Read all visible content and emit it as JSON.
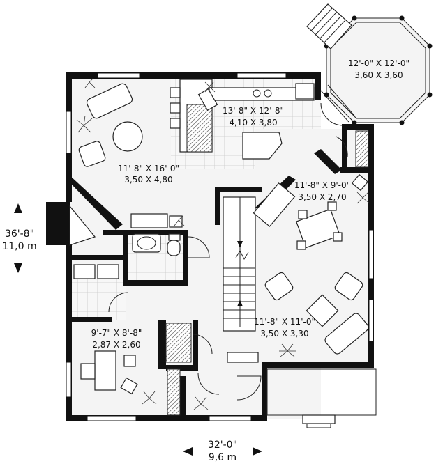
{
  "overall": {
    "depth_ft": "36'-8\"",
    "depth_m": "11,0 m",
    "width_ft": "32'-0\"",
    "width_m": "9,6 m"
  },
  "rooms": {
    "living": {
      "ft": "11'-8\" X 16'-0\"",
      "m": "3,50 X 4,80"
    },
    "kitchen": {
      "ft": "13'-8\" X 12'-8\"",
      "m": "4,10 X 3,80"
    },
    "gazebo": {
      "ft": "12'-0\" X 12'-0\"",
      "m": "3,60 X 3,60"
    },
    "dining": {
      "ft": "11'-8\" X 9'-0\"",
      "m": "3,50 X 2,70"
    },
    "family": {
      "ft": "11'-8\" X 11'-0\"",
      "m": "3,50 X 3,30"
    },
    "office": {
      "ft": "9'-7\" X 8'-8\"",
      "m": "2,87 X 2,60"
    }
  }
}
